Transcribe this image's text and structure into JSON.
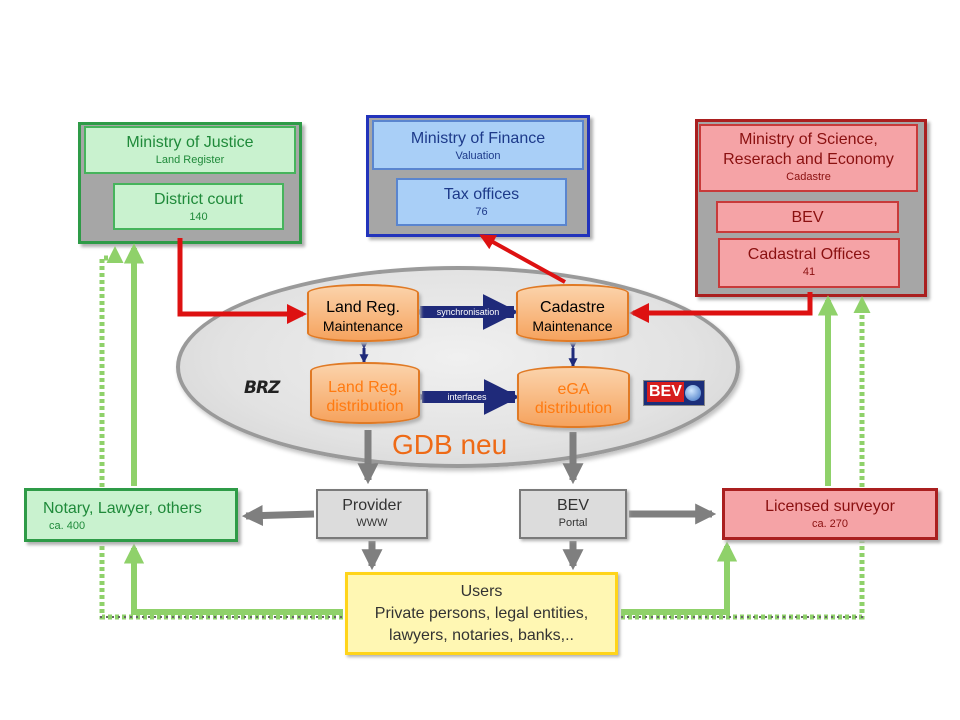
{
  "ministry_justice": {
    "title": "Ministry of Justice",
    "subtitle": "Land Register",
    "court_label": "District court",
    "court_count": "140"
  },
  "ministry_finance": {
    "title": "Ministry of Finance",
    "subtitle": "Valuation",
    "tax_label": "Tax offices",
    "tax_count": "76"
  },
  "ministry_science": {
    "title_line1": "Ministry of Science,",
    "title_line2": "Reserach and Economy",
    "subtitle": "Cadastre",
    "bev_label": "BEV",
    "offices_label": "Cadastral Offices",
    "offices_count": "41"
  },
  "gdb": {
    "title": "GDB neu",
    "land_reg": {
      "line1": "Land Reg.",
      "line2": "Maintenance"
    },
    "cadastre": {
      "line1": "Cadastre",
      "line2": "Maintenance"
    },
    "land_reg_dist": {
      "line1": "Land Reg.",
      "line2": "distribution"
    },
    "ega_dist": {
      "line1": "eGA",
      "line2": "distribution"
    },
    "sync_label": "synchronisation",
    "interfaces_label": "interfaces",
    "brz_logo": "BRZ",
    "bev_logo": "BEV"
  },
  "notary": {
    "label": "Notary, Lawyer, others",
    "count": "ca. 400"
  },
  "provider": {
    "label": "Provider",
    "sub": "WWW"
  },
  "bev_portal": {
    "label": "BEV",
    "sub": "Portal"
  },
  "surveyor": {
    "label": "Licensed surveyor",
    "count": "ca. 270"
  },
  "users": {
    "title": "Users",
    "line1": "Private persons, legal entities,",
    "line2": "lawyers, notaries, banks,.."
  },
  "colors": {
    "green": "#2e9b47",
    "blue": "#2233bb",
    "red": "#dd1111",
    "orange": "#ee6a16",
    "gray_arrow": "#7f7f7f",
    "light_green_arrow": "#8fd16a",
    "navy_arrow": "#1f2a7a"
  }
}
